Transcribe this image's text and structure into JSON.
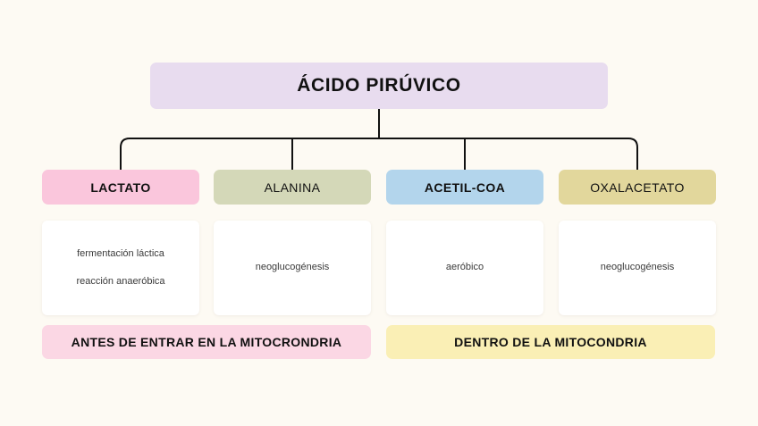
{
  "background_color": "#FDFAF3",
  "root": {
    "label": "ÁCIDO PIRÚVICO",
    "color": "#E8DCEF"
  },
  "branches": [
    {
      "label": "LACTATO",
      "color": "#FAC6DC",
      "bold": true,
      "details": [
        "fermentación láctica",
        "reacción anaeróbica"
      ]
    },
    {
      "label": "ALANINA",
      "color": "#D4D8B8",
      "bold": false,
      "details": [
        "neoglucogénesis"
      ]
    },
    {
      "label": "ACETIL-COA",
      "color": "#B3D5EC",
      "bold": true,
      "details": [
        "aeróbico"
      ]
    },
    {
      "label": "OXALACETATO",
      "color": "#E2D79C",
      "bold": false,
      "details": [
        "neoglucogénesis"
      ]
    }
  ],
  "footers": [
    {
      "label": "ANTES DE ENTRAR EN LA MITOCRONDRIA",
      "color": "#FBD7E4"
    },
    {
      "label": "DENTRO DE LA MITOCONDRIA",
      "color": "#FAEFB5"
    }
  ],
  "connector": {
    "color": "#111111"
  }
}
